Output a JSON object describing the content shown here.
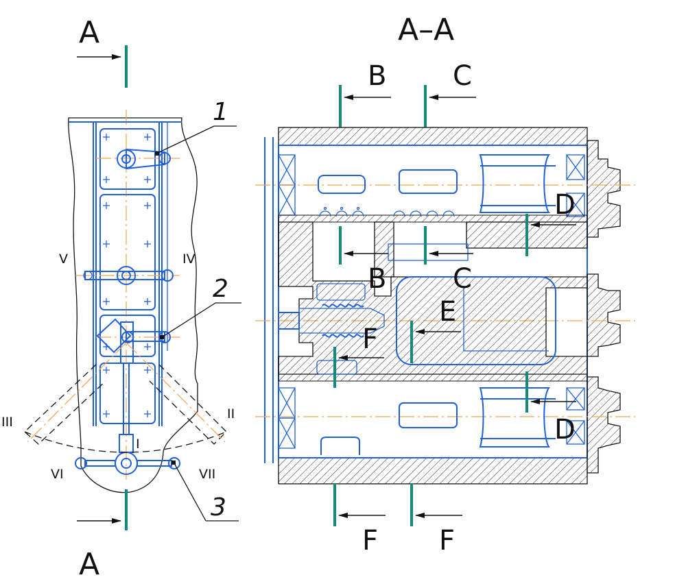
{
  "left_view": {
    "section_top": "A",
    "section_bottom": "A",
    "callouts": [
      "1",
      "2",
      "3"
    ],
    "positions": {
      "I": "I",
      "II": "II",
      "III": "III",
      "IV": "IV",
      "V": "V",
      "VI": "VI",
      "VII": "VII"
    }
  },
  "right_view": {
    "title": "A–A",
    "labels": {
      "B_top": "B",
      "C_top": "C",
      "B_mid": "B",
      "C_mid": "C",
      "D_top": "D",
      "D_bot": "D",
      "E": "E",
      "F_mid": "F",
      "F_bot1": "F",
      "F_bot2": "F"
    }
  },
  "colors": {
    "lines": "#1d5fe0",
    "axes": "#f2a24b",
    "cut_marks": "#138a7a",
    "ink": "#111111"
  }
}
